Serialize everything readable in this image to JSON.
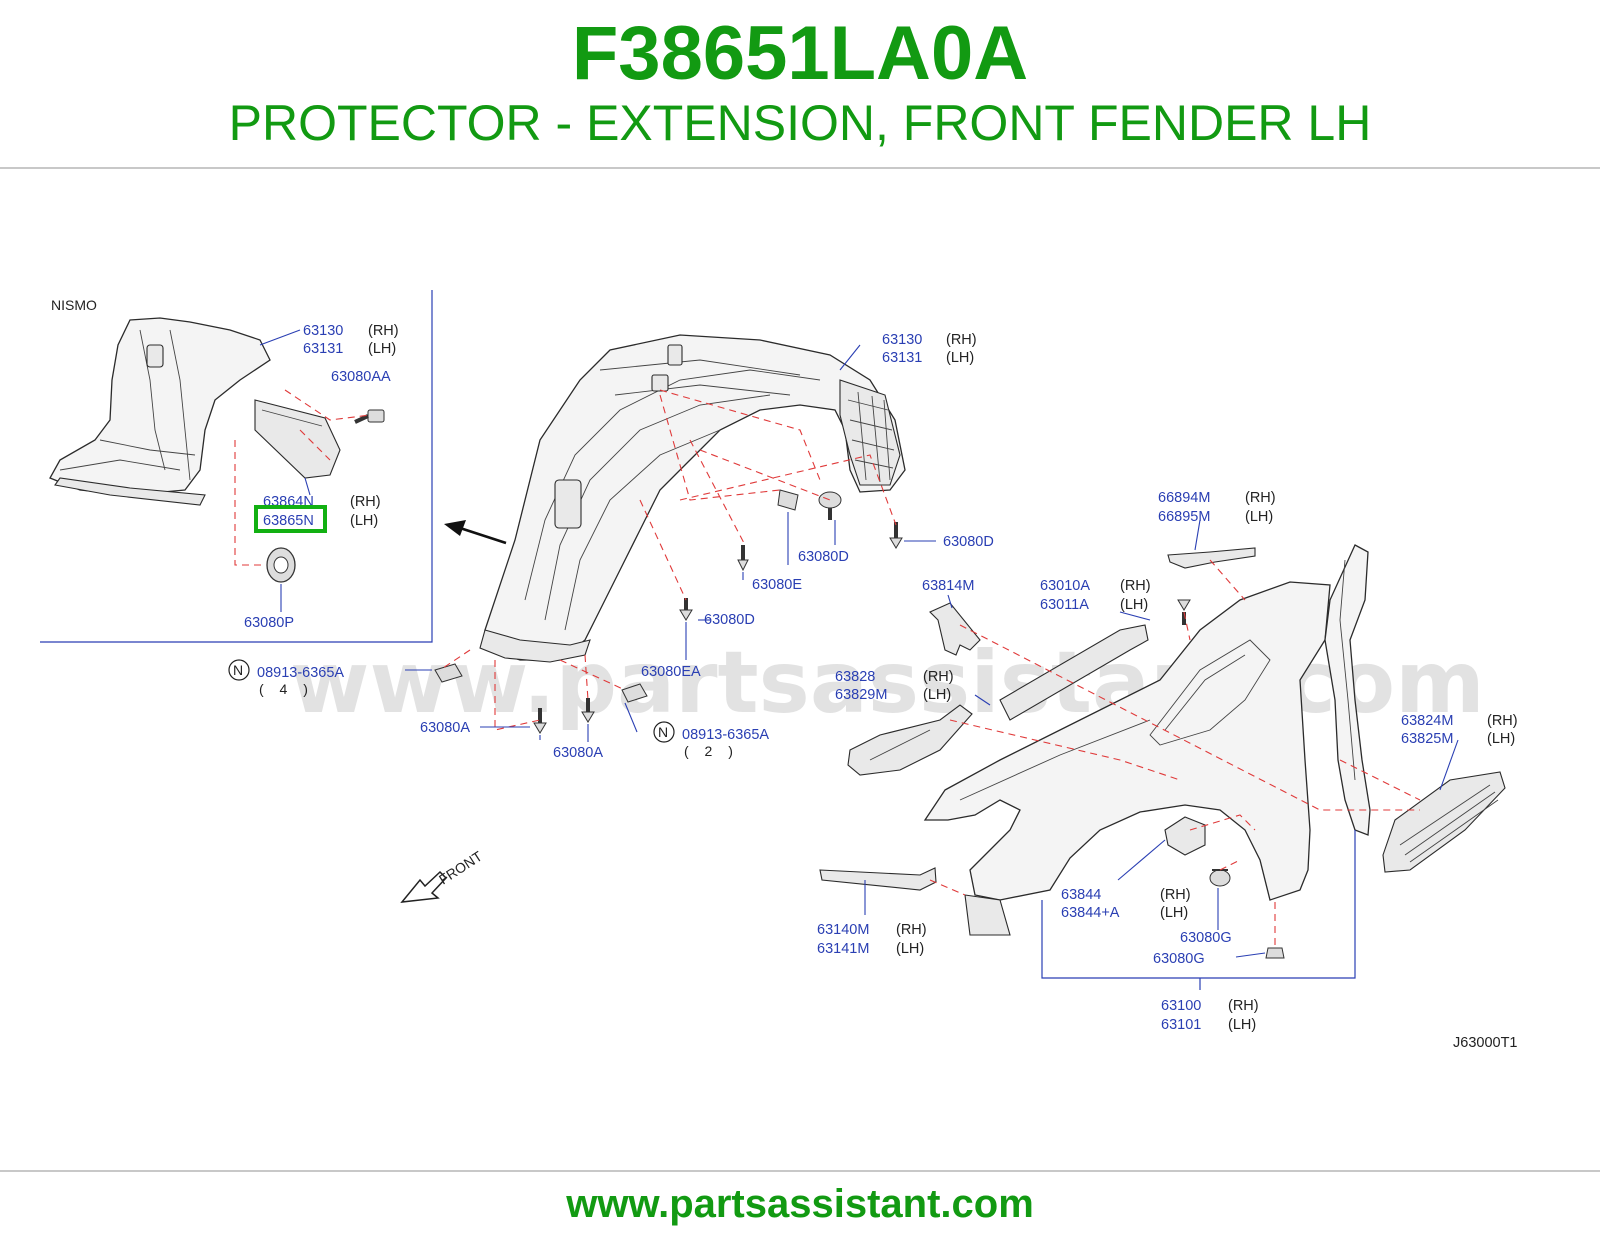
{
  "header": {
    "part_number": "F38651LA0A",
    "description": "PROTECTOR - EXTENSION, FRONT FENDER LH"
  },
  "footer": {
    "url": "www.partsassistant.com"
  },
  "watermark": "www.partsassistant.com",
  "diagram": {
    "inset_title": "NISMO",
    "diagram_code": "J63000T1",
    "front_label": "FRONT",
    "highlighted_part": "63865N",
    "labels": {
      "inset_63130": "63130",
      "inset_63130_side": "(RH)",
      "inset_63131": "63131",
      "inset_63131_side": "(LH)",
      "inset_63080AA": "63080AA",
      "inset_63864N": "63864N",
      "inset_63864N_side": "(RH)",
      "inset_63865N": "63865N",
      "inset_63865N_side": "(LH)",
      "inset_63080P": "63080P",
      "main_63130": "63130",
      "main_63130_side": "(RH)",
      "main_63131": "63131",
      "main_63131_side": "(LH)",
      "l_63080D_a": "63080D",
      "l_63080D_b": "63080D",
      "l_63080E": "63080E",
      "l_63080D_c": "63080D",
      "l_63080EA": "63080EA",
      "l_08913_a": "08913-6365A",
      "l_08913_a_qty": "( 4 )",
      "l_08913_b": "08913-6365A",
      "l_08913_b_qty": "( 2 )",
      "n_mark": "N",
      "l_63080A_a": "63080A",
      "l_63080A_b": "63080A",
      "l_66894M": "66894M",
      "l_66894M_side": "(RH)",
      "l_66895M": "66895M",
      "l_66895M_side": "(LH)",
      "l_63814M": "63814M",
      "l_63010A": "63010A",
      "l_63010A_side": "(RH)",
      "l_63011A": "63011A",
      "l_63011A_side": "(LH)",
      "l_63828": "63828",
      "l_63828_side": "(RH)",
      "l_63829M": "63829M",
      "l_63829M_side": "(LH)",
      "l_63824M": "63824M",
      "l_63824M_side": "(RH)",
      "l_63825M": "63825M",
      "l_63825M_side": "(LH)",
      "l_63844": "63844",
      "l_63844_side": "(RH)",
      "l_63844A": "63844+A",
      "l_63844A_side": "(LH)",
      "l_63080G_a": "63080G",
      "l_63080G_b": "63080G",
      "l_63140M": "63140M",
      "l_63140M_side": "(RH)",
      "l_63141M": "63141M",
      "l_63141M_side": "(LH)",
      "l_63100": "63100",
      "l_63100_side": "(RH)",
      "l_63101": "63101",
      "l_63101_side": "(LH)"
    }
  }
}
